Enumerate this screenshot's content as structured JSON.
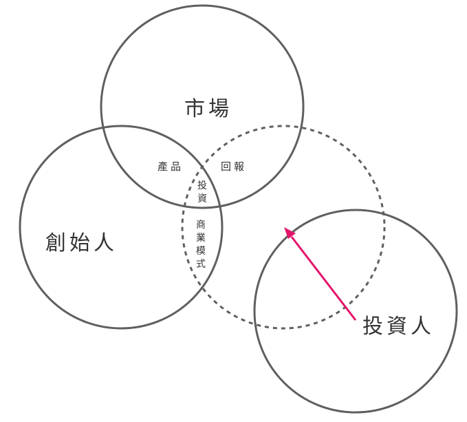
{
  "diagram": {
    "circles": {
      "market": {
        "label": "市場",
        "style": "solid"
      },
      "founder": {
        "label": "創始人",
        "style": "solid"
      },
      "investor": {
        "label": "投資人",
        "style": "solid"
      },
      "projected_investor": {
        "style": "dashed"
      }
    },
    "overlaps": {
      "market_founder": "產品",
      "market_investor": "回報",
      "all_three": "投資",
      "founder_investor": "商業模式"
    },
    "arrow": {
      "from": "investor",
      "to": "projected_investor",
      "color": "#e3156b"
    },
    "colors": {
      "outline": "#5f5e60",
      "accent": "#e3156b",
      "text": "#333333"
    }
  }
}
